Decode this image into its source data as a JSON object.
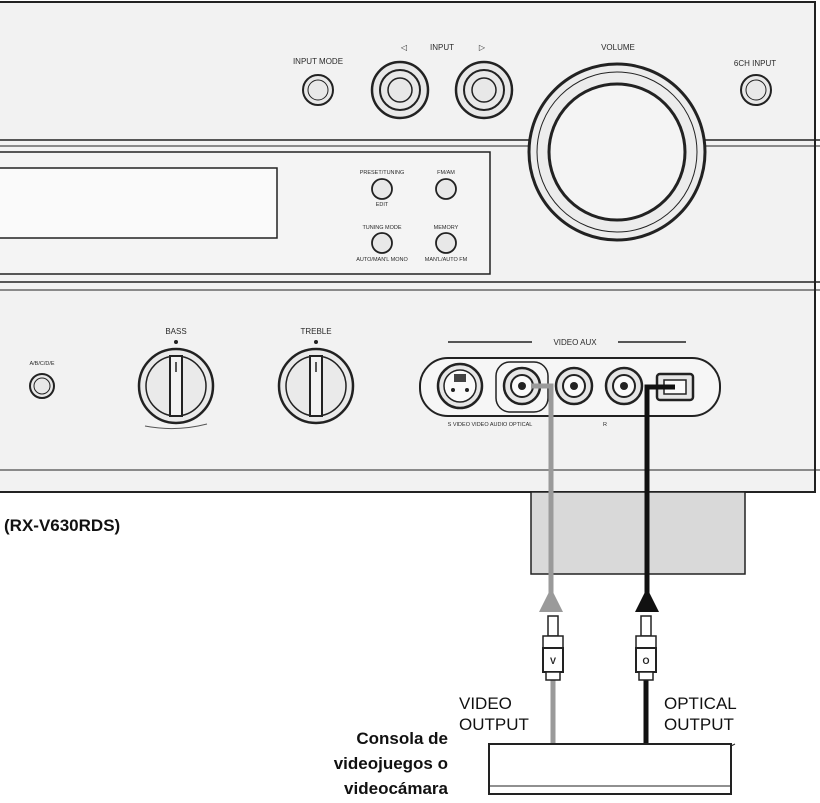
{
  "panel": {
    "input_mode": "INPUT MODE",
    "input": "INPUT",
    "input_left_arrow": "◁",
    "input_right_arrow": "▷",
    "volume": "VOLUME",
    "sixch_input": "6CH INPUT",
    "preset_tuning": "PRESET/TUNING",
    "edit": "EDIT",
    "fm_am": "FM/AM",
    "tuning_mode": "TUNING MODE",
    "auto_man_mono": "AUTO/MAN'L MONO",
    "memory": "MEMORY",
    "man_auto_fm": "MAN'L/AUTO FM",
    "speakers": "A/B/C/D/E",
    "bass": "BASS",
    "treble": "TREBLE",
    "video_aux": "VIDEO AUX",
    "jack_labels": "S VIDEO VIDEO AUDIO OPTICAL",
    "jack_label_r": "R"
  },
  "model": "(RX-V630RDS)",
  "plugs": {
    "video_plug_letter": "V",
    "optical_plug_letter": "O"
  },
  "outputs": {
    "video_line1": "VIDEO",
    "video_line2": "OUTPUT",
    "optical_line1": "OPTICAL",
    "optical_line2": "OUTPUT"
  },
  "device": {
    "line1": "Consola de",
    "line2": "videojuegos o",
    "line3": "videocámara"
  },
  "colors": {
    "video_cable": "#9a9a9a",
    "optical_cable": "#111111"
  }
}
